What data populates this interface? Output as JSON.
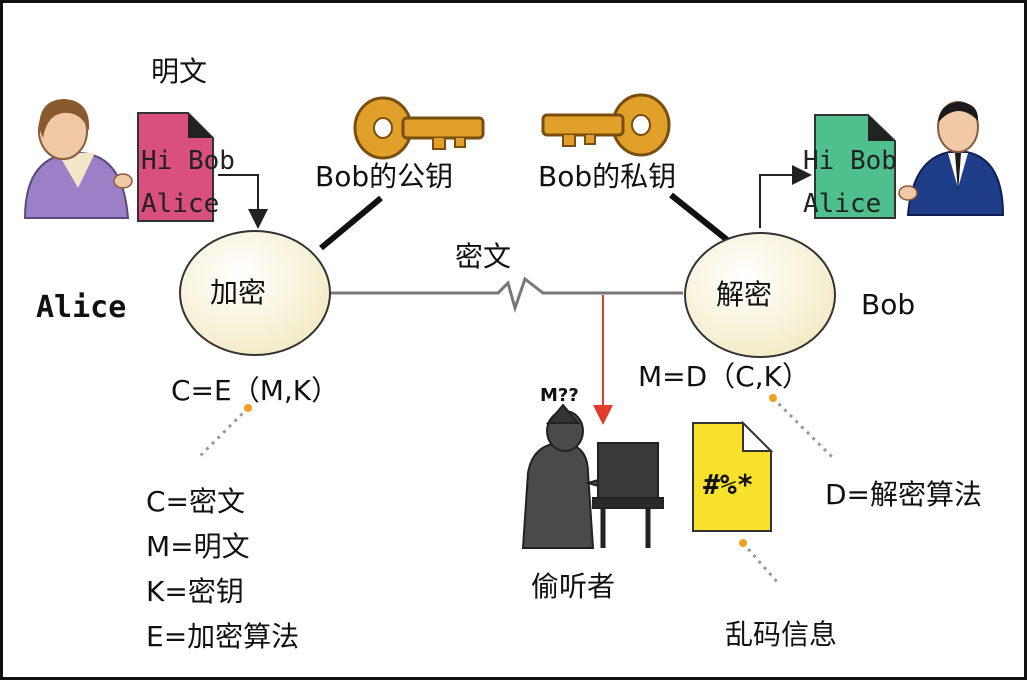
{
  "plaintext_label": "明文",
  "sender": {
    "name": "Alice",
    "doc_lines": [
      "Hi Bob",
      "Alice"
    ]
  },
  "receiver": {
    "name": "Bob",
    "doc_lines": [
      "Hi Bob",
      "Alice"
    ]
  },
  "public_key_label": "Bob的公钥",
  "private_key_label": "Bob的私钥",
  "ciphertext_label": "密文",
  "encrypt_node": "加密",
  "decrypt_node": "解密",
  "encrypt_formula": "C=E（M,K）",
  "decrypt_formula": "M=D（C,K）",
  "legend": [
    "C=密文",
    "M=明文",
    "K=密钥",
    "E=加密算法"
  ],
  "decrypt_algorithm": "D=解密算法",
  "eavesdropper": {
    "thought": "M??",
    "label": "偷听者"
  },
  "garbled": {
    "doc_text": "#%*",
    "label": "乱码信息"
  },
  "colors": {
    "sender_doc": "#d9507f",
    "receiver_doc": "#4fc08d",
    "key": "#e0a02a",
    "node_fill": "#fbf6dc",
    "garbled_doc": "#f7e12a",
    "tap_line": "#e23b2b"
  }
}
